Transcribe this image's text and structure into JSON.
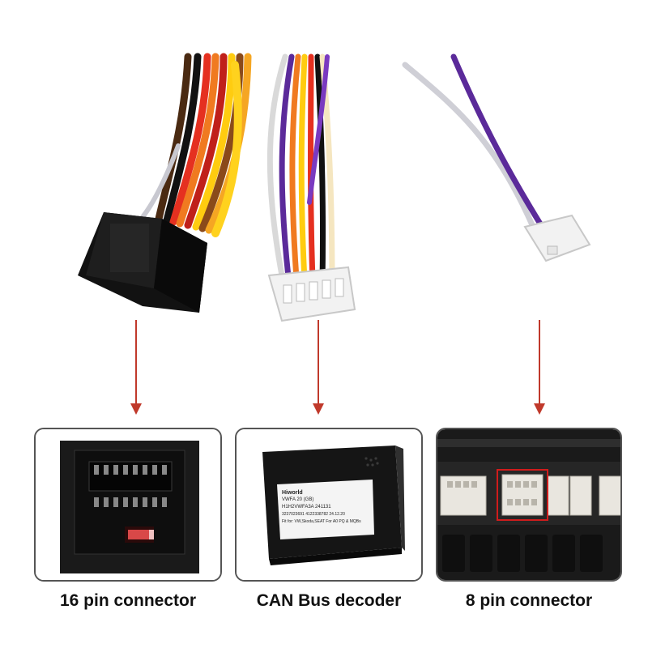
{
  "captions": {
    "left": "16 pin connector",
    "middle": "CAN Bus decoder",
    "right": "8 pin connector"
  },
  "decoder_label": {
    "brand": "Hiworld",
    "line1": "VWFA 20   (GB)",
    "line2": "H1H2VWFA3A  241131",
    "line3": "3237023691   4122338782   24.12.20",
    "line4": "Fit for: VW,Skoda,SEAT For A0 PQ & MQBs"
  },
  "colors": {
    "arrow": "#c0392b",
    "panel_border": "#555555",
    "highlight": "#d01c1c"
  }
}
